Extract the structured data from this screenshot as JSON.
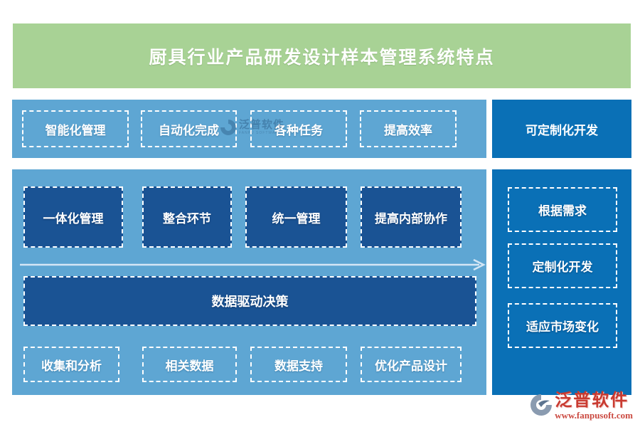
{
  "title": "厨具行业产品研发设计样本管理系统特点",
  "colors": {
    "banner_green": "#a8d295",
    "panel_light_blue": "#5ea6d3",
    "navy_box_blue": "#1a5394",
    "right_panel_blue": "#0a70b6",
    "dashed_border": "#ffffff",
    "logo_red": "#c93a30"
  },
  "top_row": {
    "items": [
      "智能化管理",
      "自动化完成",
      "各种任务",
      "提高效率"
    ]
  },
  "right_column": {
    "header": "可定制化开发",
    "items": [
      "根据需求",
      "定制化开发",
      "适应市场变化"
    ]
  },
  "main_panel": {
    "boxes": [
      "一体化管理",
      "整合环节",
      "统一管理",
      "提高内部协作"
    ],
    "bar": "数据驱动决策",
    "bottom_items": [
      "收集和分析",
      "相关数据",
      "数据支持",
      "优化产品设计"
    ]
  },
  "watermark": {
    "text": "泛普软件",
    "subtext": "FANPU SOFTWARE"
  },
  "logo": {
    "name": "泛普软件",
    "url": "www.fanpusoft.com"
  }
}
